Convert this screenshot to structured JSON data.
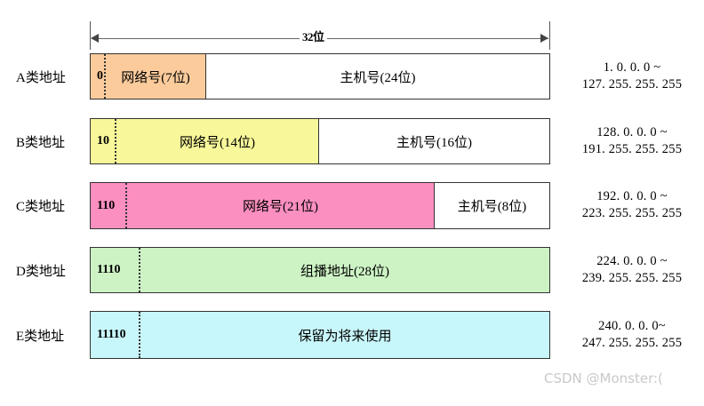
{
  "diagram": {
    "width_ruler": {
      "label": "32位"
    },
    "watermark": "CSDN @Monster:(",
    "rows": [
      {
        "class_label": "A类地址",
        "prefix_bits": "0",
        "network_label": "网络号(7位)",
        "host_label": "主机号(24位)",
        "fill_color": "#fbcb9c",
        "range_line1": "1. 0. 0. 0 ~",
        "range_line2": "127. 255. 255. 255"
      },
      {
        "class_label": "B类地址",
        "prefix_bits": "10",
        "network_label": "网络号(14位)",
        "host_label": "主机号(16位)",
        "fill_color": "#f8f89a",
        "range_line1": "128. 0. 0. 0 ~",
        "range_line2": "191. 255. 255. 255"
      },
      {
        "class_label": "C类地址",
        "prefix_bits": "110",
        "network_label": "网络号(21位)",
        "host_label": "主机号(8位)",
        "fill_color": "#fb8fc0",
        "range_line1": "192. 0. 0. 0 ~",
        "range_line2": "223. 255. 255. 255"
      },
      {
        "class_label": "D类地址",
        "prefix_bits": "1110",
        "network_label": "组播地址(28位)",
        "host_label": "",
        "fill_color": "#cdf3c4",
        "range_line1": "224. 0. 0. 0 ~",
        "range_line2": "239. 255. 255. 255"
      },
      {
        "class_label": "E类地址",
        "prefix_bits": "11110",
        "network_label": "保留为将来使用",
        "host_label": "",
        "fill_color": "#c8f7fb",
        "range_line1": "240. 0. 0. 0~",
        "range_line2": "247. 255. 255. 255"
      }
    ]
  }
}
